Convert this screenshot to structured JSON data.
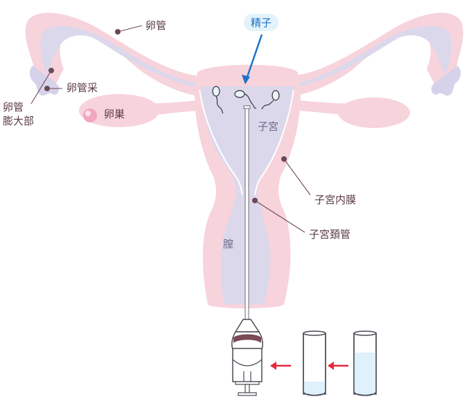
{
  "labels": {
    "fallopian_tube": "卵管",
    "sperm": "精子",
    "fimbriae": "卵管采",
    "ampulla_line1": "卵管",
    "ampulla_line2": "膨大部",
    "ovary": "卵巣",
    "uterus": "子宮",
    "endometrium": "子宮内膜",
    "cervical_canal": "子宮頚管",
    "vagina": "膣"
  },
  "colors": {
    "outer_tissue": "#f7d3dc",
    "inner_cavity": "#dcd8ec",
    "endometrium_line": "#ffffff",
    "leader_dot": "#6b4a55",
    "sperm_arrow": "#1a73c8",
    "red_arrow": "#e8283c",
    "tube_liquid": "#dff1fa",
    "syringe_band": "#7a4a55"
  }
}
